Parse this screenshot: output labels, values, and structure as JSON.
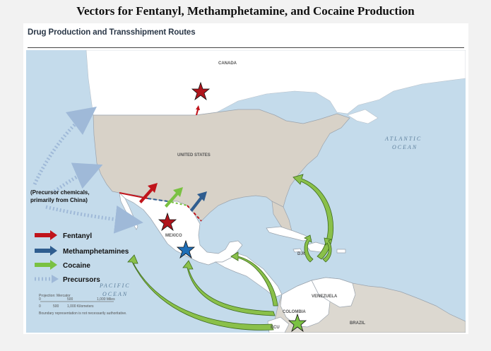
{
  "title": "Vectors for Fentanyl, Methamphetamine, and Cocaine Production",
  "map_header": "Drug Production and Transshipment Routes",
  "labels": {
    "canada": "CANADA",
    "united_states": "UNITED STATES",
    "mexico": "MEXICO",
    "dr": "D.R.",
    "venezuela": "VENEZUELA",
    "colombia": "COLOMBIA",
    "ecu": "ECU",
    "brazil": "BRAZIL",
    "atlantic_1": "ATLANTIC",
    "atlantic_2": "OCEAN",
    "pacific_1": "PACIFIC",
    "pacific_2": "OCEAN"
  },
  "precursor_note": [
    "(Precursor chemicals,",
    "primarily from China)"
  ],
  "legend": [
    {
      "label": "Fentanyl",
      "color": "#c0141b",
      "style": "solid-arrow"
    },
    {
      "label": "Methamphetamines",
      "color": "#2f5d8f",
      "style": "solid-arrow"
    },
    {
      "label": "Cocaine",
      "color": "#7ac142",
      "style": "solid-arrow"
    },
    {
      "label": "Precursors",
      "color": "#9fb9d8",
      "style": "dotted-arrow"
    }
  ],
  "scale": {
    "projection": "Projection: Mercator",
    "miles": [
      "0",
      "500",
      "1,000 Miles"
    ],
    "km": [
      "0",
      "500",
      "1,000 Kilometers"
    ],
    "disclaimer": "Boundary representation is not necessarily authoritative."
  },
  "colors": {
    "ocean": "#c4dbeb",
    "us_land": "#d8d2c8",
    "foreign_land": "#ffffff",
    "other_land": "#dcd8d0",
    "border_line": "#9aa3ad"
  }
}
